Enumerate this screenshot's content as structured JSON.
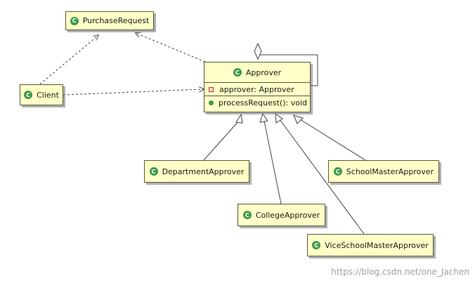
{
  "diagram": {
    "classes": {
      "purchase_request": {
        "name": "PurchaseRequest",
        "icon": "class-c-icon"
      },
      "client": {
        "name": "Client",
        "icon": "class-c-icon"
      },
      "approver": {
        "name": "Approver",
        "icon": "class-c-icon",
        "field": "approver: Approver",
        "method": "processRequest(): void"
      },
      "department_approver": {
        "name": "DepartmentApprover",
        "icon": "class-c-icon"
      },
      "school_master_approver": {
        "name": "SchoolMasterApprover",
        "icon": "class-c-icon"
      },
      "college_approver": {
        "name": "CollegeApprover",
        "icon": "class-c-icon"
      },
      "vice_school_master_approver": {
        "name": "ViceSchoolMasterApprover",
        "icon": "class-c-icon"
      }
    },
    "class_icon_glyph": "C",
    "relations": [
      {
        "from": "client",
        "to": "purchase_request",
        "kind": "dependency"
      },
      {
        "from": "client",
        "to": "approver",
        "kind": "dependency"
      },
      {
        "from": "approver",
        "to": "purchase_request",
        "kind": "dependency"
      },
      {
        "from": "approver",
        "to": "approver",
        "kind": "aggregation-self"
      },
      {
        "from": "department_approver",
        "to": "approver",
        "kind": "generalization"
      },
      {
        "from": "college_approver",
        "to": "approver",
        "kind": "generalization"
      },
      {
        "from": "vice_school_master_approver",
        "to": "approver",
        "kind": "generalization"
      },
      {
        "from": "school_master_approver",
        "to": "approver",
        "kind": "generalization"
      }
    ],
    "colors": {
      "class_fill": "#ffffc8",
      "class_border": "#5a5a3a",
      "class_icon": "#3f9a4a",
      "edge": "#444444"
    }
  },
  "watermark": "https://blog.csdn.net/one_Jachen"
}
